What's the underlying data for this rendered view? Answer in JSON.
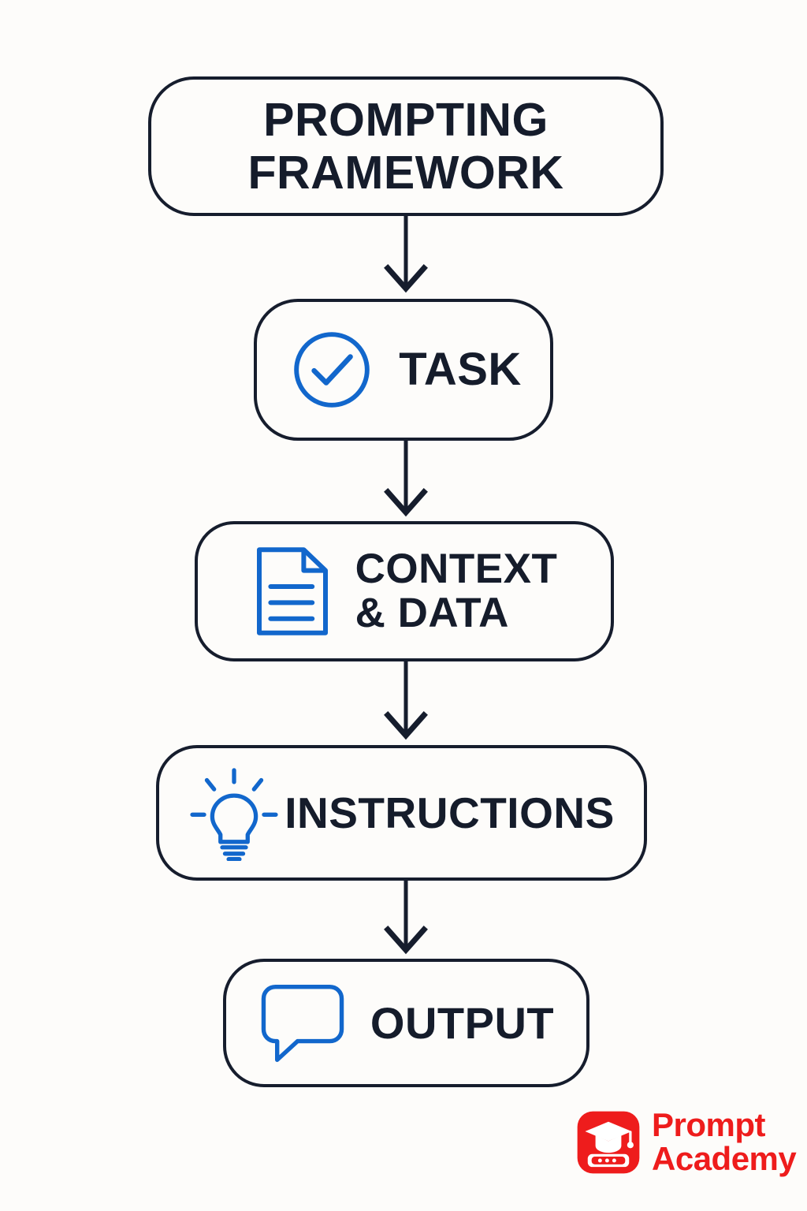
{
  "page": {
    "background_color": "#fdfcfa",
    "ink_color": "#151c2b",
    "accent_color": "#1267cc",
    "brand_color": "#ee1c1c"
  },
  "diagram": {
    "type": "flowchart",
    "orientation": "vertical",
    "title": "PROMPTING\nFRAMEWORK",
    "nodes": [
      {
        "id": "title",
        "label": "PROMPTING\nFRAMEWORK",
        "icon": "none"
      },
      {
        "id": "task",
        "label": "TASK",
        "icon": "check-circle-icon"
      },
      {
        "id": "context",
        "label": "CONTEXT\n& DATA",
        "icon": "document-icon"
      },
      {
        "id": "instructions",
        "label": "INSTRUCTIONS",
        "icon": "lightbulb-icon"
      },
      {
        "id": "output",
        "label": "OUTPUT",
        "icon": "speech-bubble-icon"
      }
    ],
    "connectors": [
      {
        "from": "title",
        "to": "task",
        "style": "arrow-down"
      },
      {
        "from": "task",
        "to": "context",
        "style": "arrow-down"
      },
      {
        "from": "context",
        "to": "instructions",
        "style": "arrow-down"
      },
      {
        "from": "instructions",
        "to": "output",
        "style": "arrow-down"
      }
    ]
  },
  "branding": {
    "mark": "graduation-cap-book-icon",
    "name": "Prompt\nAcademy"
  }
}
